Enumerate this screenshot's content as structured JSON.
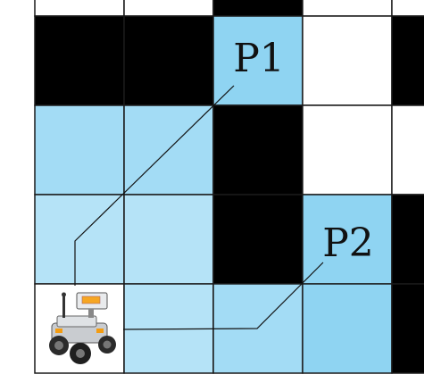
{
  "colors": {
    "wall": "#000000",
    "free": "#ffffff",
    "path_dark": "#8fd4f2",
    "path_mid": "#a3dcf5",
    "path_light": "#b5e3f7",
    "grid_line": "#1a1a1a"
  },
  "grid": {
    "columns": 5,
    "rows": 5,
    "cells": [
      [
        "free",
        "free",
        "wall",
        "free",
        "free"
      ],
      [
        "wall",
        "wall",
        "path_dark",
        "free",
        "wall"
      ],
      [
        "path_mid",
        "path_mid",
        "wall",
        "free",
        "free"
      ],
      [
        "path_light",
        "path_light",
        "wall",
        "path_dark",
        "wall"
      ],
      [
        "robot",
        "path_light",
        "path_mid",
        "path_dark",
        "wall"
      ]
    ]
  },
  "waypoints": [
    {
      "label": "P1"
    },
    {
      "label": "P2"
    }
  ],
  "robot": {
    "icon": "robot-rover-icon"
  }
}
